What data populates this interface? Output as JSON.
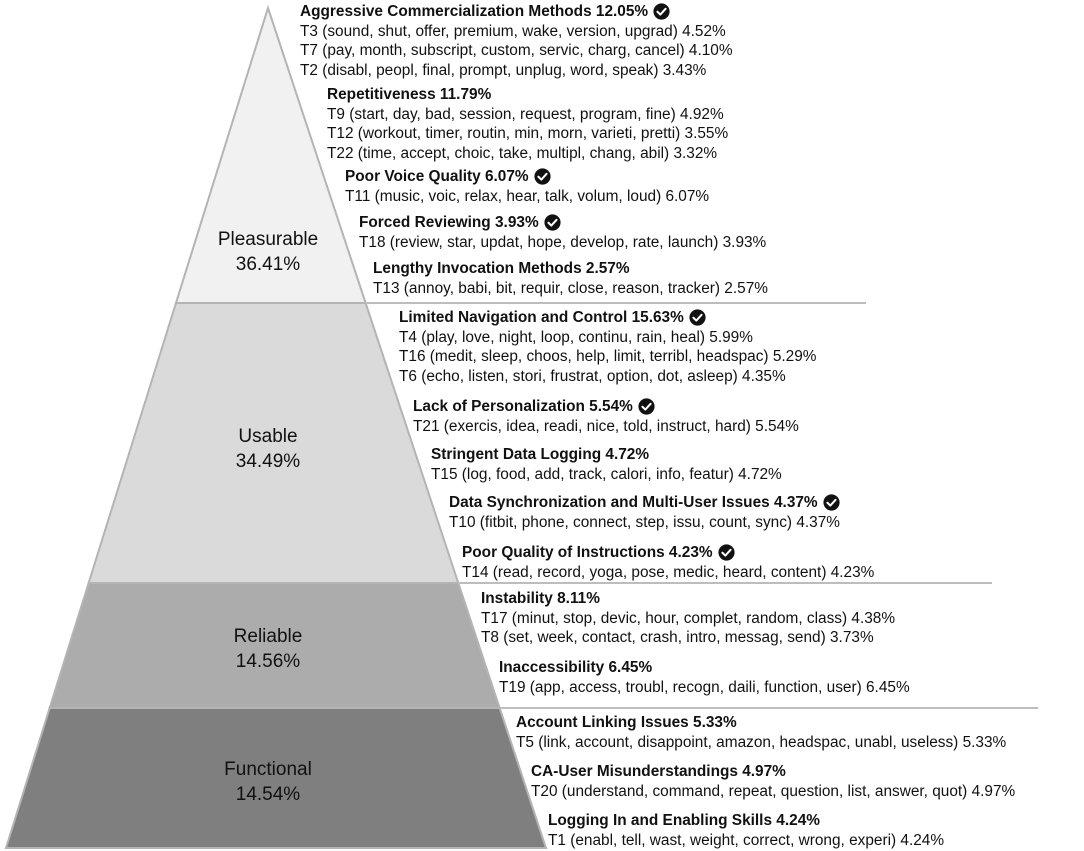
{
  "colors": {
    "pleasurable": "#f1f1f1",
    "usable": "#dadada",
    "reliable": "#acacac",
    "functional": "#7f7f7f",
    "outline": "#b4b4b4",
    "divider": "#bdbdbd",
    "text": "#111111"
  },
  "levels": [
    {
      "name": "Pleasurable",
      "percent": "36.41%",
      "categories": [
        {
          "title": "Aggressive Commercialization Methods 12.05%",
          "checked": true,
          "topics": [
            "T3 (sound, shut, offer, premium, wake, version, upgrad) 4.52%",
            "T7 (pay, month, subscript, custom, servic, charg, cancel) 4.10%",
            "T2 (disabl, peopl, final, prompt, unplug, word, speak) 3.43%"
          ]
        },
        {
          "title": "Repetitiveness 11.79%",
          "checked": false,
          "topics": [
            "T9 (start, day, bad, session, request, program, fine) 4.92%",
            "T12 (workout, timer, routin, min, morn, varieti, pretti) 3.55%",
            "T22 (time, accept, choic, take, multipl, chang, abil) 3.32%"
          ]
        },
        {
          "title": "Poor Voice Quality 6.07%",
          "checked": true,
          "topics": [
            "T11 (music, voic, relax, hear, talk, volum, loud) 6.07%"
          ]
        },
        {
          "title": "Forced Reviewing 3.93%",
          "checked": true,
          "topics": [
            "T18 (review, star, updat, hope, develop, rate, launch) 3.93%"
          ]
        },
        {
          "title": "Lengthy Invocation Methods 2.57%",
          "checked": false,
          "topics": [
            "T13 (annoy, babi, bit, requir, close, reason, tracker) 2.57%"
          ]
        }
      ]
    },
    {
      "name": "Usable",
      "percent": "34.49%",
      "categories": [
        {
          "title": "Limited Navigation and Control 15.63%",
          "checked": true,
          "topics": [
            "T4 (play, love, night, loop, continu, rain, heal) 5.99%",
            "T16 (medit, sleep, choos, help, limit, terribl, headspac) 5.29%",
            "T6 (echo, listen, stori, frustrat, option, dot, asleep) 4.35%"
          ]
        },
        {
          "title": "Lack of Personalization 5.54%",
          "checked": true,
          "topics": [
            "T21 (exercis, idea, readi, nice, told, instruct, hard) 5.54%"
          ]
        },
        {
          "title": "Stringent Data Logging 4.72%",
          "checked": false,
          "topics": [
            "T15 (log, food, add, track, calori, info, featur) 4.72%"
          ]
        },
        {
          "title": "Data Synchronization and Multi-User Issues 4.37%",
          "checked": true,
          "topics": [
            "T10 (fitbit, phone, connect, step, issu, count, sync) 4.37%"
          ]
        },
        {
          "title": "Poor Quality of Instructions 4.23%",
          "checked": true,
          "topics": [
            "T14 (read, record, yoga, pose, medic, heard, content) 4.23%"
          ]
        }
      ]
    },
    {
      "name": "Reliable",
      "percent": "14.56%",
      "categories": [
        {
          "title": "Instability 8.11%",
          "checked": false,
          "topics": [
            "T17 (minut, stop, devic, hour, complet, random, class) 4.38%",
            "T8 (set, week, contact, crash, intro, messag, send) 3.73%"
          ]
        },
        {
          "title": "Inaccessibility 6.45%",
          "checked": false,
          "topics": [
            "T19 (app, access, troubl, recogn, daili, function, user) 6.45%"
          ]
        }
      ]
    },
    {
      "name": "Functional",
      "percent": "14.54%",
      "categories": [
        {
          "title": "Account Linking Issues 5.33%",
          "checked": false,
          "topics": [
            "T5 (link, account, disappoint, amazon, headspac, unabl, useless) 5.33%"
          ]
        },
        {
          "title": "CA-User Misunderstandings 4.97%",
          "checked": false,
          "topics": [
            "T20 (understand, command, repeat, question, list, answer, quot) 4.97%"
          ]
        },
        {
          "title": "Logging In and Enabling Skills 4.24%",
          "checked": false,
          "topics": [
            "T1 (enabl, tell, wast, weight, correct, wrong, experi) 4.24%"
          ]
        }
      ]
    }
  ]
}
